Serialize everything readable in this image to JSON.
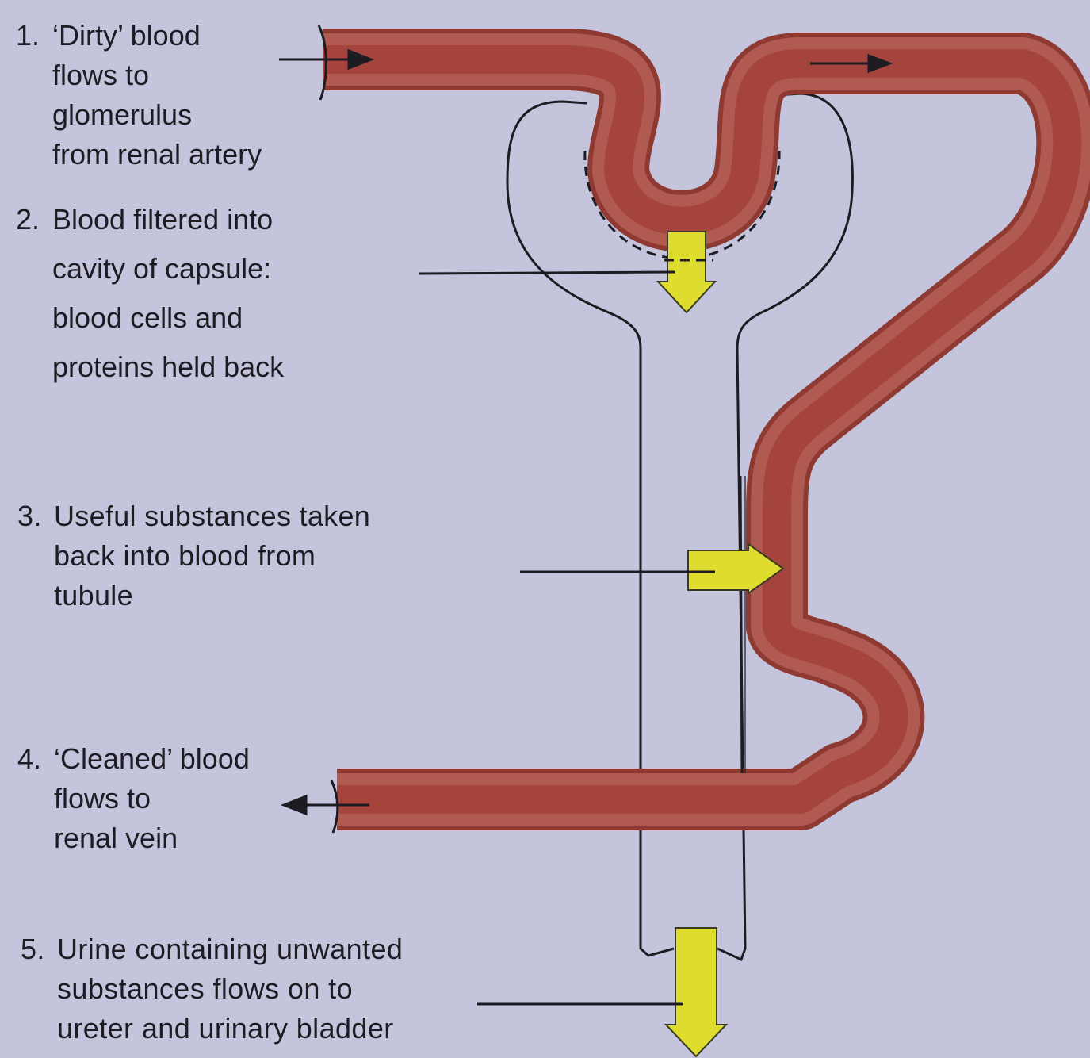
{
  "colors": {
    "background": "#c4c5dd",
    "blood_vessel": "#b05a52",
    "blood_vessel_core": "#a4443d",
    "filtrate_arrow": "#dddc2f",
    "outline": "#1c1c22"
  },
  "icons": {
    "filtration_arrow": "yellow-block-arrow-down",
    "reabsorption_arrow": "yellow-block-arrow-right",
    "urine_arrow": "yellow-block-arrow-down",
    "inflow_arrow": "arrow-right",
    "outflow_arrow": "arrow-left"
  },
  "steps": [
    {
      "number": "1.",
      "lines": [
        "‘Dirty’ blood",
        "flows to",
        "glomerulus",
        "from renal artery"
      ]
    },
    {
      "number": "2.",
      "lines": [
        "Blood filtered into",
        "cavity of capsule:",
        "blood cells and",
        "proteins held back"
      ]
    },
    {
      "number": "3.",
      "lines": [
        "Useful substances taken",
        "back into blood from",
        "tubule"
      ]
    },
    {
      "number": "4.",
      "lines": [
        "‘Cleaned’ blood",
        "flows to",
        "renal vein"
      ]
    },
    {
      "number": "5.",
      "lines": [
        "Urine containing unwanted",
        "substances flows on to",
        "ureter and urinary bladder"
      ]
    }
  ]
}
